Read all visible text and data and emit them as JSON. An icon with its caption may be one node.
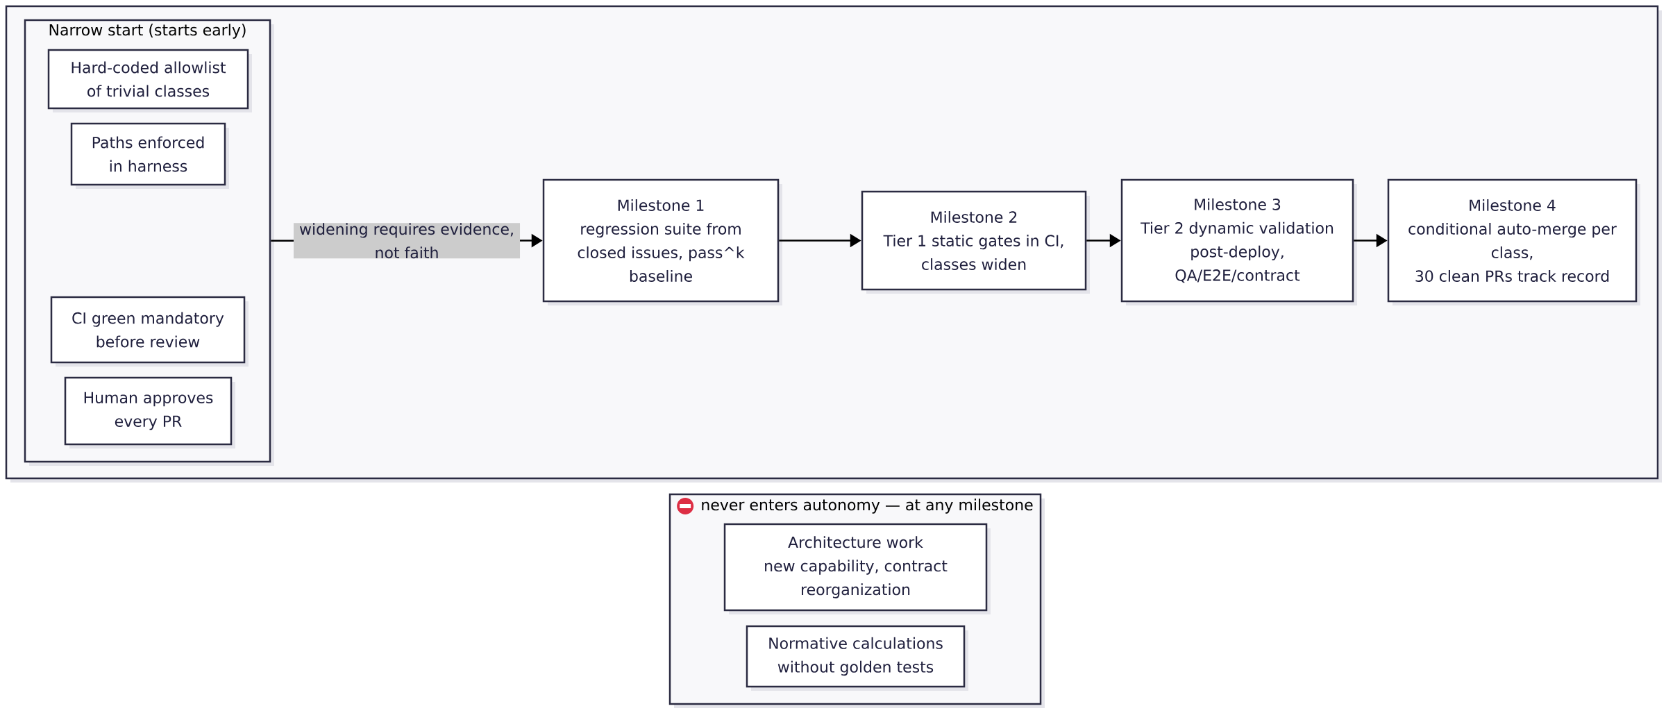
{
  "diagram": {
    "nodes": [
      {
        "text": [],
        "shape": "box"
      },
      {
        "text": [
          "Narrow start (starts early)"
        ],
        "in": 0
      },
      {
        "text": [
          "Hard-coded allowlist of trivial classes"
        ],
        "in": 1
      },
      {
        "text": [
          "Paths enforced in harness"
        ],
        "in": 1
      },
      {
        "text": [
          "CI green mandatory before review"
        ],
        "in": 1
      },
      {
        "text": [
          "Human approves every PR"
        ],
        "in": 1
      },
      {
        "text": [
          "Milestone 1",
          "regression suite from closed issues, pass^k baseline"
        ],
        "in": 0
      },
      {
        "text": [
          "Milestone 2",
          "Tier 1 static gates in CI, classes widen"
        ],
        "in": 0
      },
      {
        "text": [
          "Milestone 3",
          "Tier 2 dynamic validation post-deploy, QA/E2E/contract"
        ],
        "in": 0
      },
      {
        "text": [
          "Milestone 4",
          "conditional auto-merge per class,",
          "30 clean PRs track record"
        ],
        "in": 0
      },
      {
        "text": [
          "never enters autonomy — at any milestone"
        ]
      },
      {
        "text": [
          "Architecture work",
          "new capability, contract reorganization"
        ],
        "in": 10
      },
      {
        "text": [
          "Normative calculations without golden tests"
        ],
        "in": 10
      }
    ],
    "edges": [
      {
        "from": 1,
        "to": 6,
        "arrow": "to",
        "label": "widening requires evidence, not faith"
      },
      {
        "from": 6,
        "to": 7,
        "arrow": "to"
      },
      {
        "from": 7,
        "to": 8,
        "arrow": "to"
      },
      {
        "from": 8,
        "to": 9,
        "arrow": "to"
      }
    ]
  }
}
